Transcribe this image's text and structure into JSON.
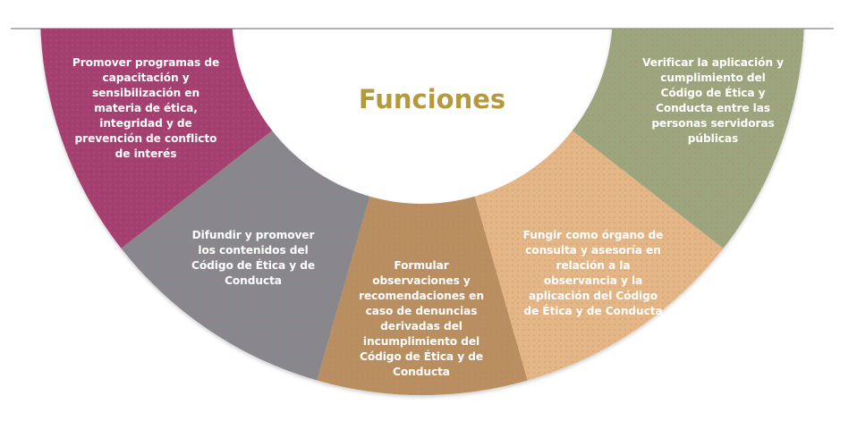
{
  "title": "Funciones",
  "colors": {
    "magenta": "#a3416f",
    "gray": "#87888c",
    "brown": "#b8905e",
    "peach": "#e3b784",
    "green": "#9ba67b",
    "title": "#b39a3c",
    "dots": "#e0559a"
  },
  "segments": [
    {
      "text": "Promover programas de\ncapacitación y\nsensibilización en\nmateria de ética,\nintegridad y de\nprevención de conflicto\nde interés"
    },
    {
      "text": "Difundir y promover\nlos contenidos del\nCódigo de Ética y de\nConducta"
    },
    {
      "text": "Formular\nobservaciones y\nrecomendaciones en\ncaso de denuncias\nderivadas del\nincumplimiento del\nCódigo de Ética y de\nConducta"
    },
    {
      "text": "Fungir como órgano de\nconsulta y asesoría en\nrelación a la\nobservancia y la\naplicación del Código\nde Ética y de Conducta"
    },
    {
      "text": "Verificar la aplicación y\ncumplimiento del\nCódigo de Ética y\nConducta entre las\npersonas servidoras\npúblicas"
    }
  ]
}
